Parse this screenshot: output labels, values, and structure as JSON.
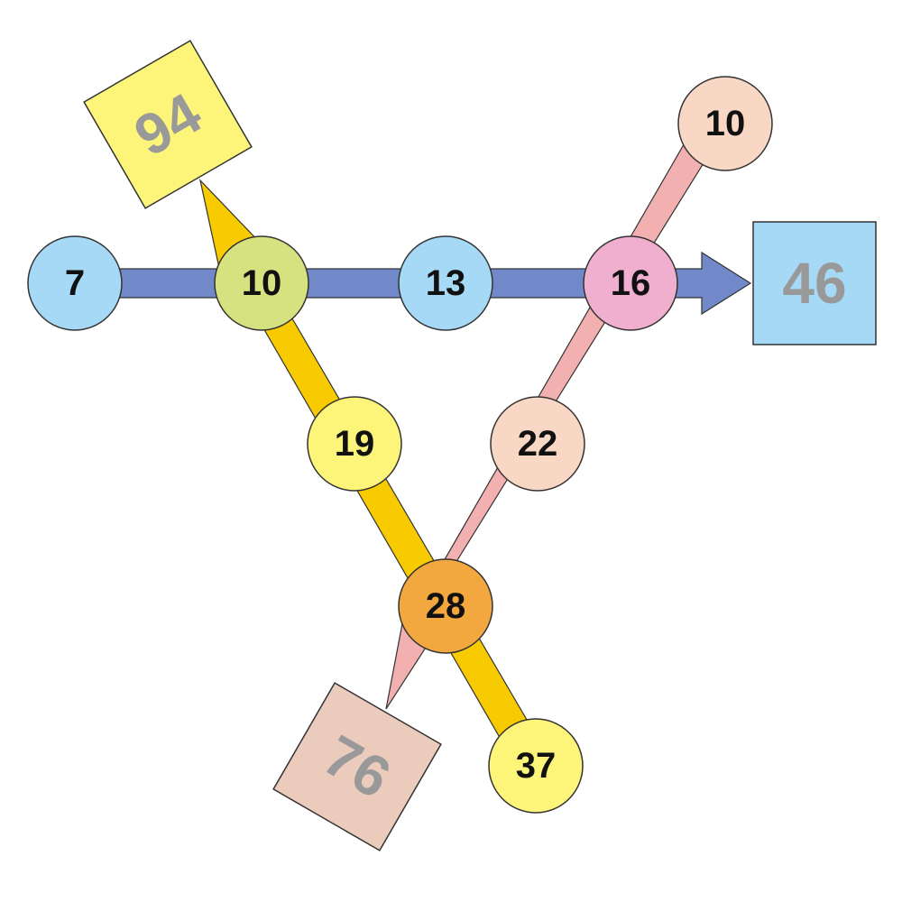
{
  "lines": [
    {
      "id": "blue",
      "color": "#7189c8"
    },
    {
      "id": "yellow",
      "color": "#f8cb00"
    },
    {
      "id": "pink",
      "color": "#f2b1b0"
    }
  ],
  "nodes": [
    {
      "id": "blue-start",
      "label": "7",
      "fill": "#a6d9f5"
    },
    {
      "id": "junction-blue-yellow",
      "label": "10",
      "fill": "#d6e17f"
    },
    {
      "id": "blue-mid",
      "label": "13",
      "fill": "#a6d9f5"
    },
    {
      "id": "junction-blue-pink",
      "label": "16",
      "fill": "#f1afcf"
    },
    {
      "id": "pink-start",
      "label": "10",
      "fill": "#f9d7c5"
    },
    {
      "id": "pink-mid",
      "label": "22",
      "fill": "#f9d7c5"
    },
    {
      "id": "yellow-mid",
      "label": "19",
      "fill": "#fdf57a"
    },
    {
      "id": "junction-yellow-pink",
      "label": "28",
      "fill": "#f3a73f"
    },
    {
      "id": "yellow-start",
      "label": "37",
      "fill": "#fdf57a"
    }
  ],
  "terminals": [
    {
      "id": "blue-end",
      "label": "46",
      "fill": "#a6d9f5"
    },
    {
      "id": "yellow-end",
      "label": "94",
      "fill": "#fdf57a"
    },
    {
      "id": "pink-end",
      "label": "76",
      "fill": "#ebcbbc"
    }
  ]
}
